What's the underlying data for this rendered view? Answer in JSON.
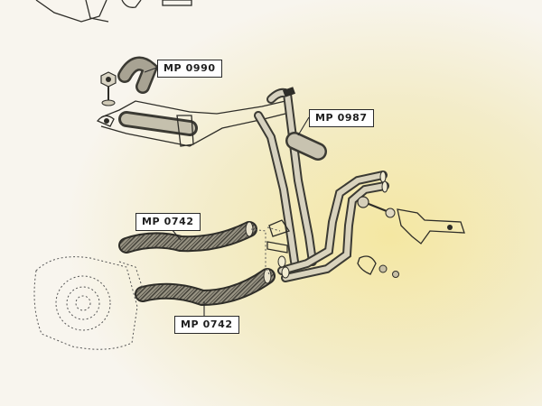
{
  "diagram": {
    "labels": {
      "mp0990": "MP 0990",
      "mp0987": "MP 0987",
      "mp0742_upper": "MP 0742",
      "mp0742_lower": "MP 0742"
    },
    "colors": {
      "paper": "#f7f3e8",
      "glow": "#f3e9a6",
      "hose_dark": "#3b3a33",
      "hose_light": "#8d897a",
      "label_border": "#2a2a2a"
    }
  }
}
